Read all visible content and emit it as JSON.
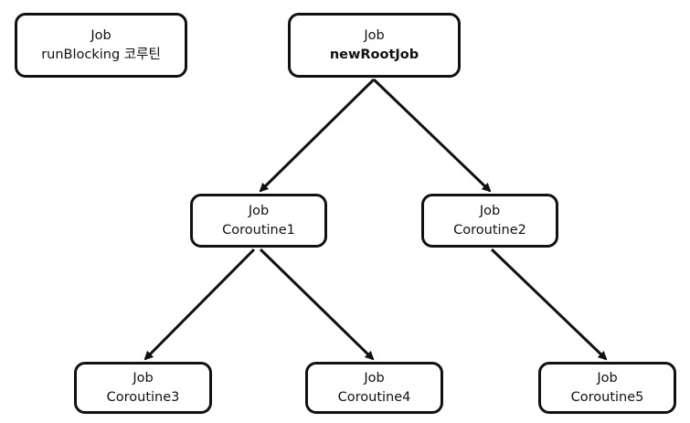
{
  "diagram": {
    "nodes": {
      "runblocking": {
        "line1": "Job",
        "line2": "runBlocking 코루틴"
      },
      "root": {
        "line1": "Job",
        "line2": "newRootJob"
      },
      "coroutine1": {
        "line1": "Job",
        "line2": "Coroutine1"
      },
      "coroutine2": {
        "line1": "Job",
        "line2": "Coroutine2"
      },
      "coroutine3": {
        "line1": "Job",
        "line2": "Coroutine3"
      },
      "coroutine4": {
        "line1": "Job",
        "line2": "Coroutine4"
      },
      "coroutine5": {
        "line1": "Job",
        "line2": "Coroutine5"
      }
    },
    "edges": [
      {
        "from": "root",
        "to": "coroutine1"
      },
      {
        "from": "root",
        "to": "coroutine2"
      },
      {
        "from": "coroutine1",
        "to": "coroutine3"
      },
      {
        "from": "coroutine1",
        "to": "coroutine4"
      },
      {
        "from": "coroutine2",
        "to": "coroutine5"
      }
    ],
    "colors": {
      "stroke": "#111111",
      "background": "#ffffff"
    }
  }
}
